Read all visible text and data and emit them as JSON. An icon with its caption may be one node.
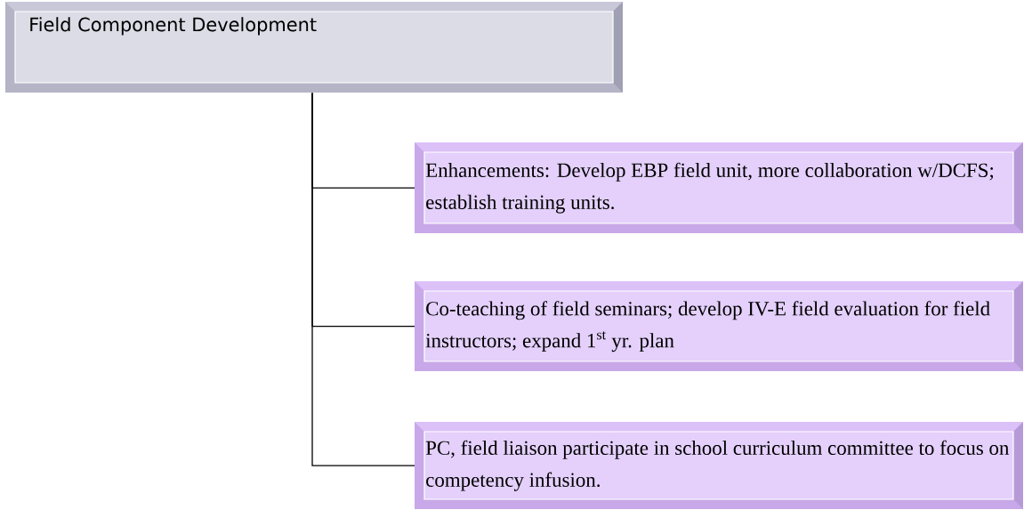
{
  "diagram": {
    "nodes": [
      {
        "text": [
          "Field Component Development"
        ]
      },
      {
        "text": [
          "Enhancements: Develop EBP field unit, more collaboration w/DCFS; establish training units."
        ]
      },
      {
        "text": [
          "Co-teaching of field seminars; develop IV-E field evaluation for field instructors; expand 1$^{st}$ yr. plan"
        ]
      },
      {
        "text": [
          "PC, field liaison participate in school curriculum committee to focus on competency infusion."
        ]
      }
    ],
    "edges": [
      {
        "from": 0,
        "to": 1,
        "arrow": "none"
      },
      {
        "from": 0,
        "to": 2,
        "arrow": "none"
      },
      {
        "from": 0,
        "to": 3,
        "arrow": "none"
      }
    ]
  }
}
